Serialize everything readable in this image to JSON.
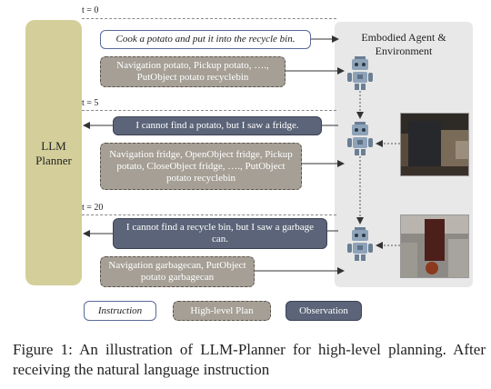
{
  "llm_planner": {
    "label": "LLM\nPlanner"
  },
  "environment": {
    "label": "Embodied Agent &\nEnvironment"
  },
  "timesteps": [
    "t = 0",
    "t = 5",
    "t = 20"
  ],
  "messages": {
    "instruction": "Cook a potato and put it into the recycle bin.",
    "plan1": "Navigation potato, Pickup potato, …., PutObject potato recyclebin",
    "obs1": "I cannot find a potato, but I saw a fridge.",
    "plan2": "Navigation fridge, OpenObject fridge, Pickup potato, CloseObject fridge, …., PutObject potato recyclebin",
    "obs2": "I cannot find a recycle bin, but I saw a garbage can.",
    "plan3": "Navigation garbagecan, PutObject potato garbagecan"
  },
  "legend": {
    "instruction": "Instruction",
    "plan": "High-level Plan",
    "observation": "Observation"
  },
  "caption": "Figure 1:  An illustration of LLM-Planner for high-level planning.  After receiving the natural language instruction"
}
